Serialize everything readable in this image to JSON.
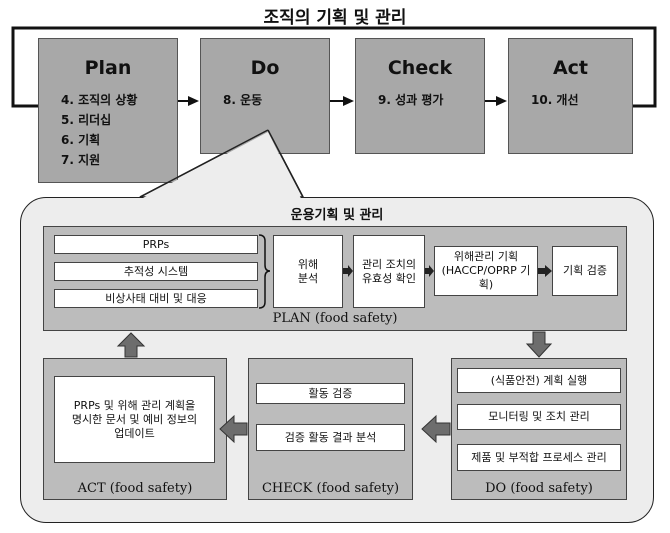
{
  "title": "조직의 기획 및 관리",
  "pdca": [
    {
      "phase": "Plan",
      "items": [
        "4. 조직의 상황",
        "5. 리더십",
        "6. 기획",
        "7. 지원"
      ]
    },
    {
      "phase": "Do",
      "items": [
        "8. 운동"
      ]
    },
    {
      "phase": "Check",
      "items": [
        "9. 성과 평가"
      ]
    },
    {
      "phase": "Act",
      "items": [
        "10. 개선"
      ]
    }
  ],
  "operation": {
    "title": "운용기획 및 관리",
    "plan": {
      "label": "PLAN (food safety)",
      "inputs": [
        "PRPs",
        "추적성 시스템",
        "비상사태 대비 및 대응"
      ],
      "steps": [
        "위해\n분석",
        "관리 조치의\n유효성 확인",
        "위해관리 기획\n(HACCP/OPRP 기획)",
        "기획 검증"
      ]
    },
    "do": {
      "label": "DO (food safety)",
      "items": [
        "(식품안전) 계획 실행",
        "모니터링 및 조치 관리",
        "제품 및 부적합 프로세스 관리"
      ]
    },
    "check": {
      "label": "CHECK (food safety)",
      "items": [
        "활동 검증",
        "검증 활동 결과 분석"
      ]
    },
    "act": {
      "label": "ACT (food safety)",
      "items": [
        "PRPs 및 위해 관리 계획을\n명시한 문서 및 예비 정보의\n업데이트"
      ]
    }
  }
}
